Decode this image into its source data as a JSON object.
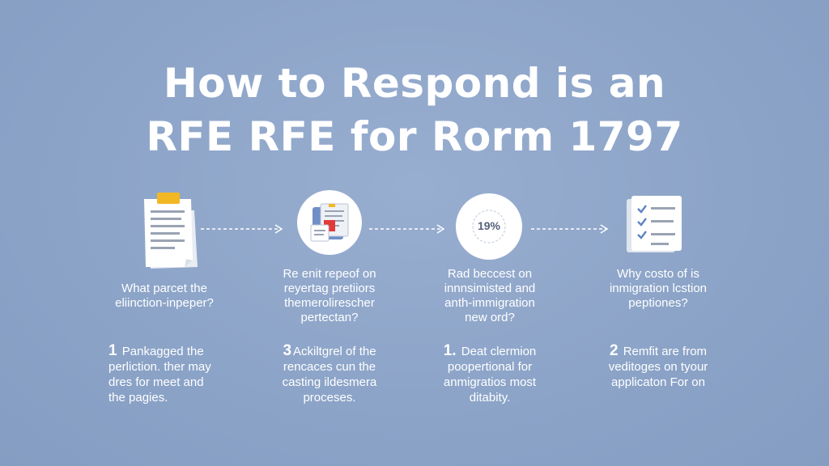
{
  "title": {
    "line1": "How to Respond is an",
    "line2": "RFE RFE for Rorm 1797"
  },
  "steps": [
    {
      "question": [
        "What parcet the",
        "eliinction-inpeper?"
      ],
      "number": "1",
      "description": [
        "Pankagged the",
        "perliction. ther may",
        "dres for meet and",
        "the pagies."
      ]
    },
    {
      "question": [
        "Re enit repeof on",
        "reyertag pretiiors",
        "themerolirescher",
        "pertectan?"
      ],
      "number": "3",
      "description": [
        "Ackiltgrel of the",
        "rencaces cun the",
        "casting ildesmera",
        "proceses."
      ]
    },
    {
      "question": [
        "Rad beccest on",
        "innnsimisted and",
        "anth-immigration",
        "new ord?"
      ],
      "badge": "19%",
      "number": "1.",
      "description": [
        "Deat clermion",
        "poopertional for",
        "anmigratios most",
        "ditabity."
      ]
    },
    {
      "question": [
        "Why costo of is",
        "inmigration lcstion",
        "peptiones?"
      ],
      "number": "2",
      "description": [
        "Remfit are from",
        "veditoges on tyour",
        "applicaton For on"
      ]
    }
  ],
  "colors": {
    "background": "#8ea6c9",
    "accent_yellow": "#f2b824",
    "accent_red": "#e23a3a",
    "icon_blue": "#6f8fc7",
    "check_blue": "#5f84c2"
  },
  "icons": [
    "clipboard-document-icon",
    "document-stack-icon",
    "percent-badge-icon",
    "checklist-icon"
  ]
}
